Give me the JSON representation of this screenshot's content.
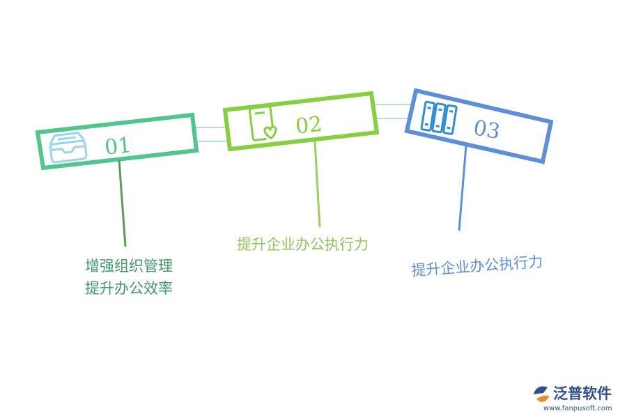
{
  "colors": {
    "step1": "#4fc68d",
    "step2": "#86cf3f",
    "step3": "#5b8fdc",
    "link": "#bfd8e8",
    "text1": "#3e9a67",
    "text2": "#8fc65a",
    "text3": "#5b8fdc"
  },
  "steps": [
    {
      "number": "01",
      "caption": [
        "增强组织管理",
        "提升办公效率"
      ],
      "icon": "inbox-tray-icon"
    },
    {
      "number": "02",
      "caption": [
        "提升企业办公执行力"
      ],
      "icon": "heart-document-icon"
    },
    {
      "number": "03",
      "caption": [
        "提升企业办公执行力"
      ],
      "icon": "binder-folders-icon"
    }
  ],
  "logo": {
    "name": "泛普软件",
    "url": "www.fanpusoft.com"
  }
}
